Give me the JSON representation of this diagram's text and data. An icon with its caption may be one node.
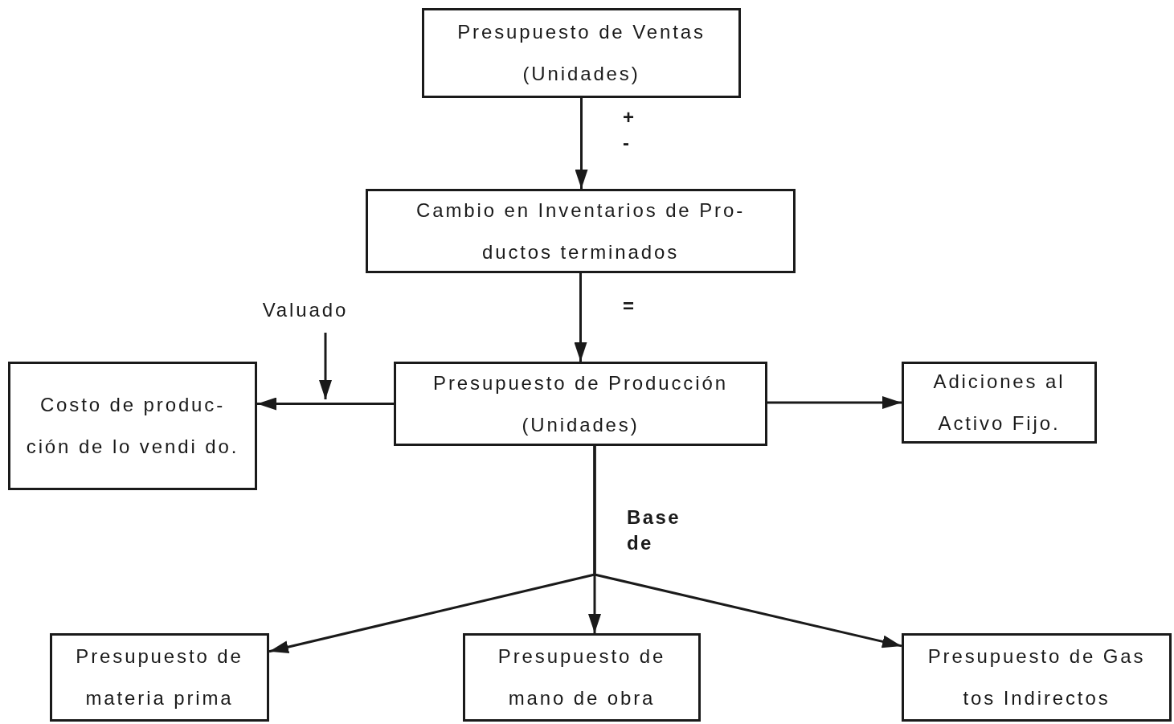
{
  "diagram": {
    "nodes": [
      {
        "text": [
          "Presupuesto de Ventas (Unidades)"
        ]
      },
      {
        "text": [
          "Cambio en Inventarios de Pro- ductos terminados"
        ]
      },
      {
        "text": [
          "Presupuesto de Producción (Unidades)"
        ]
      },
      {
        "text": [
          "Costo de produc- ción de lo vendi do."
        ]
      },
      {
        "text": [
          "Adiciones al Activo Fijo."
        ]
      },
      {
        "text": [
          "Presupuesto de materia prima"
        ]
      },
      {
        "text": [
          "Presupuesto de mano de obra"
        ]
      },
      {
        "text": [
          "Presupuesto de Gas tos Indirectos"
        ]
      },
      {
        "text": [
          "Valuado"
        ]
      }
    ],
    "edges": [
      {
        "from": 0,
        "to": 1,
        "arrow": "to",
        "label": "+ -"
      },
      {
        "from": 1,
        "to": 2,
        "arrow": "to",
        "label": "="
      },
      {
        "from": 2,
        "to": 3,
        "arrow": "to"
      },
      {
        "from": 2,
        "to": 4,
        "arrow": "to"
      },
      {
        "from": 2,
        "to": 5,
        "arrow": "to"
      },
      {
        "from": 2,
        "to": 6,
        "arrow": "to",
        "label": "Base de"
      },
      {
        "from": 2,
        "to": 7,
        "arrow": "to"
      },
      {
        "from": 8,
        "to": null,
        "arrow": "to"
      }
    ]
  }
}
